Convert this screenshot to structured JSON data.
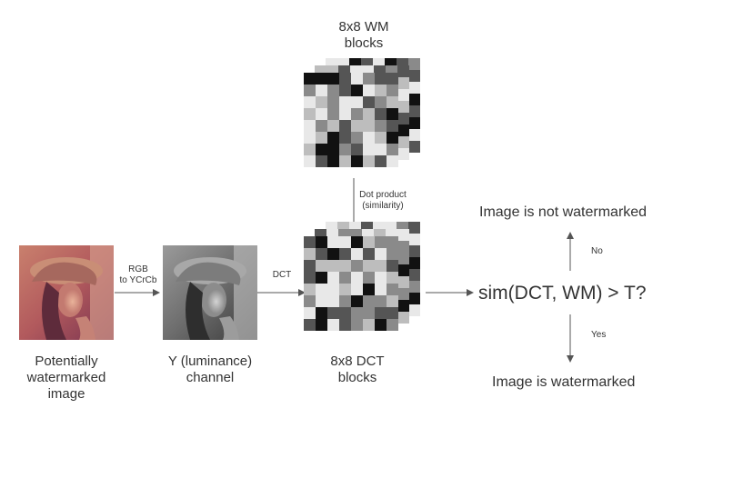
{
  "labels": {
    "wm_blocks": [
      "8x8 WM",
      "blocks"
    ],
    "dct_blocks": [
      "8x8 DCT",
      "blocks"
    ],
    "input_image": [
      "Potentially",
      "watermarked",
      "image"
    ],
    "y_channel": [
      "Y (luminance)",
      "channel"
    ],
    "rgb_to_ycrcb": [
      "RGB",
      "to YCrCb"
    ],
    "dct_step": "DCT",
    "dot_product": [
      "Dot product",
      "(similarity)"
    ],
    "decision": "sim(DCT, WM) > T?",
    "not_watermarked": "Image is not watermarked",
    "watermarked": "Image is watermarked",
    "no": "No",
    "yes": "Yes"
  },
  "icons": {
    "input_image": "color-photo-thumbnail",
    "y_channel": "grayscale-photo-thumbnail",
    "wm_blocks": "grayscale-block-stack",
    "dct_blocks": "grayscale-block-stack"
  }
}
